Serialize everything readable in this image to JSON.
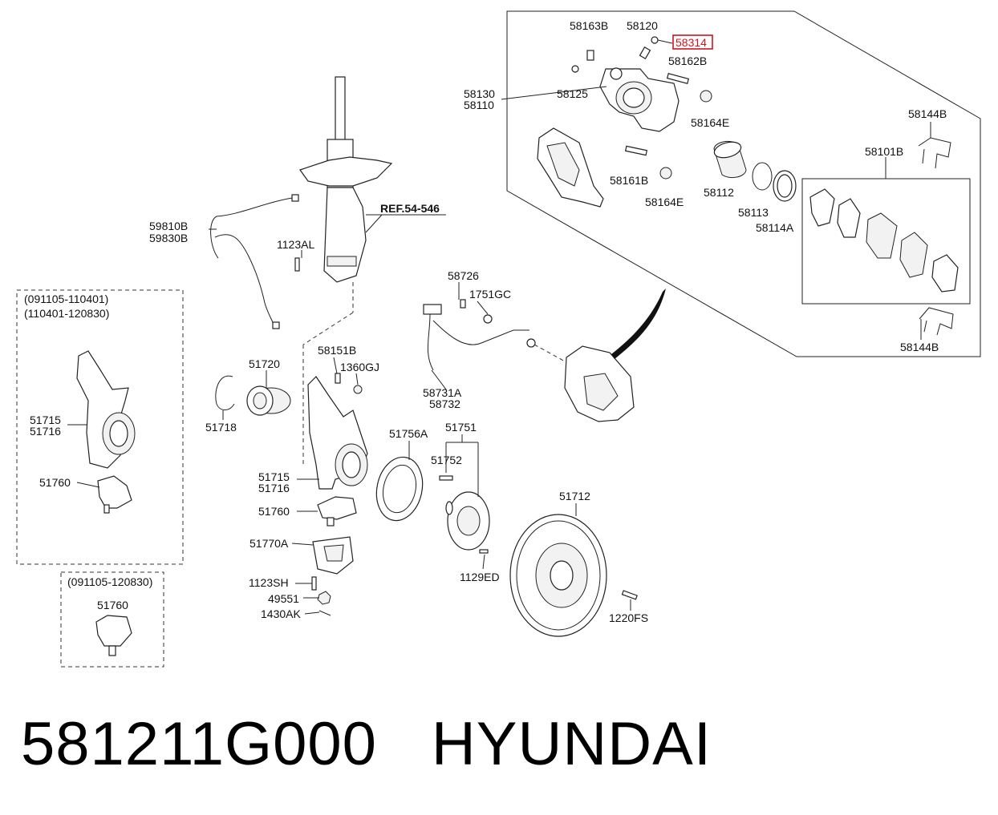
{
  "caption": {
    "part_number": "581211G000",
    "brand": "HYUNDAI"
  },
  "highlight_color": "#d0141e",
  "labels": {
    "l58163B": "58163B",
    "l58120": "58120",
    "l58314": "58314",
    "l58162B": "58162B",
    "l58130": "58130",
    "l58110": "58110",
    "l58125": "58125",
    "l58164E_a": "58164E",
    "l58144B_a": "58144B",
    "l58101B": "58101B",
    "l58161B": "58161B",
    "l58112": "58112",
    "l58164E_b": "58164E",
    "l58113": "58113",
    "l58114A": "58114A",
    "l58144B_b": "58144B",
    "l59810B": "59810B",
    "l59830B": "59830B",
    "lref": "REF.54-546",
    "l1123AL": "1123AL",
    "lrange1": "(091105-110401)",
    "lrange2": "(110401-120830)",
    "l51715_a": "51715",
    "l51716_a": "51716",
    "l51760_a": "51760",
    "lrange3": "(091105-120830)",
    "l51760_c": "51760",
    "l58726": "58726",
    "l1751GC": "1751GC",
    "l58151B": "58151B",
    "l1360GJ": "1360GJ",
    "l51720": "51720",
    "l51718": "51718",
    "l58731A": "58731A",
    "l58732": "58732",
    "l51756A": "51756A",
    "l51751": "51751",
    "l51752": "51752",
    "l51715_b": "51715",
    "l51716_b": "51716",
    "l51760_b": "51760",
    "l51770A": "51770A",
    "l1123SH": "1123SH",
    "l49551": "49551",
    "l1430AK": "1430AK",
    "l51712": "51712",
    "l1129ED": "1129ED",
    "l1220FS": "1220FS"
  }
}
